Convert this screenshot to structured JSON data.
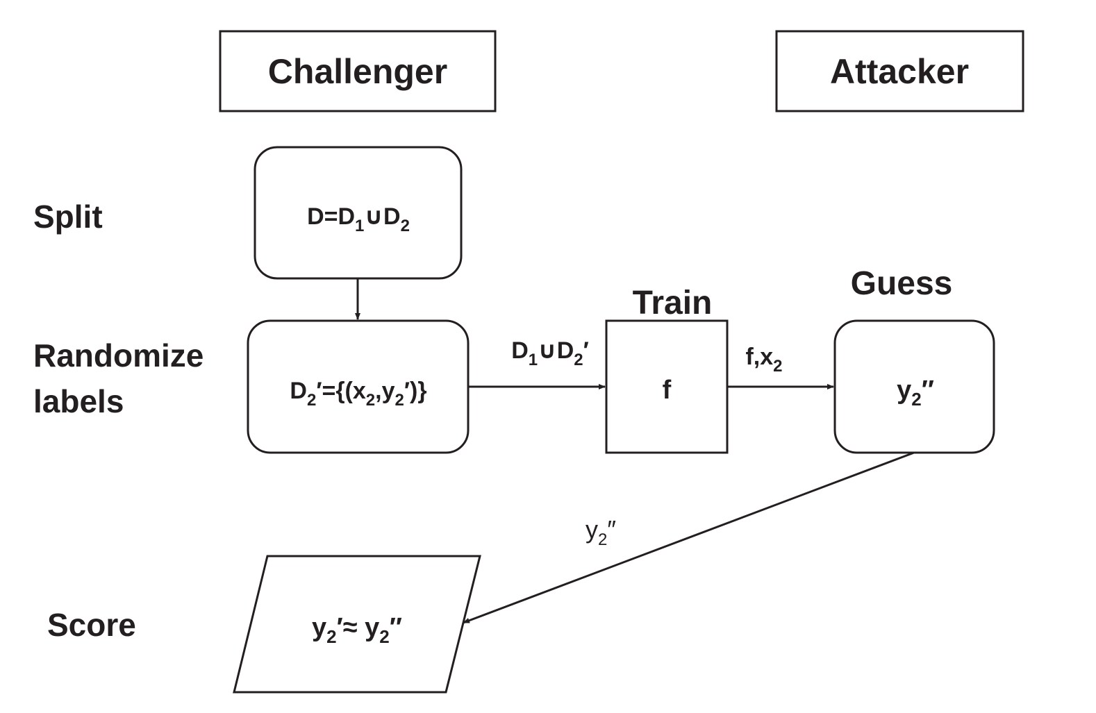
{
  "headers": {
    "challenger": "Challenger",
    "attacker": "Attacker"
  },
  "row_labels": {
    "split": "Split",
    "randomize_line1": "Randomize",
    "randomize_line2": "labels",
    "score": "Score"
  },
  "stage_labels": {
    "train": "Train",
    "guess": "Guess"
  },
  "nodes": {
    "split": {
      "parts": [
        "D=D",
        "1",
        "∪D",
        "2"
      ]
    },
    "randomize": {
      "parts": [
        "D",
        "2",
        "′={(x",
        "2",
        ",y",
        "2",
        "′)}"
      ]
    },
    "train": {
      "parts": [
        "f"
      ]
    },
    "guess": {
      "parts": [
        "y",
        "2",
        "″"
      ]
    },
    "score": {
      "parts": [
        "y",
        "2",
        "′≈ y",
        "2",
        "″"
      ]
    }
  },
  "edges": {
    "randomize_to_train": {
      "parts": [
        "D",
        "1",
        "∪D",
        "2",
        "′"
      ]
    },
    "train_to_guess": {
      "parts": [
        "f,x",
        "2"
      ]
    },
    "guess_to_score": {
      "parts": [
        "y",
        "2",
        "″"
      ]
    }
  }
}
